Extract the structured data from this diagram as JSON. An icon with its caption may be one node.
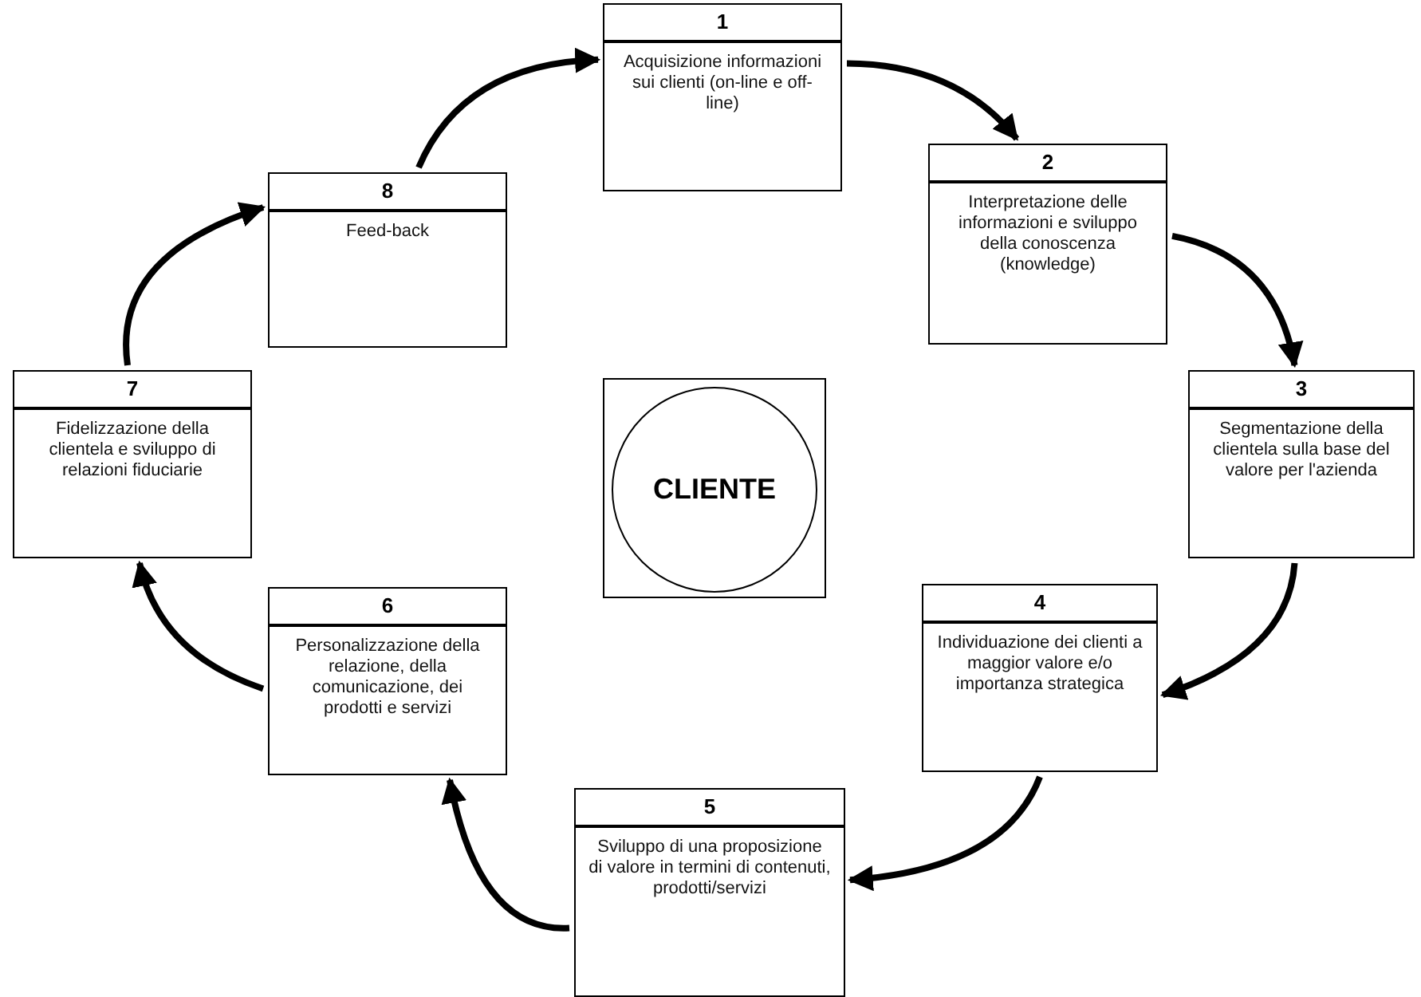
{
  "diagram": {
    "nodes": [
      {
        "text": [
          "1",
          "Acquisizione informazioni sui clienti (on-line e off-line)"
        ]
      },
      {
        "text": [
          "2",
          "Interpretazione delle informazioni e sviluppo della conoscenza (knowledge)"
        ]
      },
      {
        "text": [
          "3",
          "Segmentazione della clientela sulla base del valore per l'azienda"
        ]
      },
      {
        "text": [
          "4",
          "Individuazione dei clienti a maggior valore e/o importanza strategica"
        ]
      },
      {
        "text": [
          "5",
          "Sviluppo di una proposizione di valore in termini di contenuti, prodotti/servizi"
        ]
      },
      {
        "text": [
          "6",
          "Personalizzazione della relazione, della comunicazione, dei prodotti e servizi"
        ]
      },
      {
        "text": [
          "7",
          "Fidelizzazione della clientela e sviluppo di relazioni fiduciarie"
        ]
      },
      {
        "text": [
          "8",
          "Feed-back"
        ]
      },
      {
        "text": [],
        "shape": "box"
      },
      {
        "text": [
          "CLIENTE"
        ],
        "in": 8
      }
    ],
    "edges": [
      {
        "from": 0,
        "to": 1,
        "arrow": "to"
      },
      {
        "from": 1,
        "to": 2,
        "arrow": "to"
      },
      {
        "from": 2,
        "to": 3,
        "arrow": "to"
      },
      {
        "from": 3,
        "to": 4,
        "arrow": "to"
      },
      {
        "from": 4,
        "to": 5,
        "arrow": "to"
      },
      {
        "from": 5,
        "to": 6,
        "arrow": "to"
      },
      {
        "from": 6,
        "to": 7,
        "arrow": "to"
      },
      {
        "from": 7,
        "to": 0,
        "arrow": "to"
      }
    ]
  }
}
